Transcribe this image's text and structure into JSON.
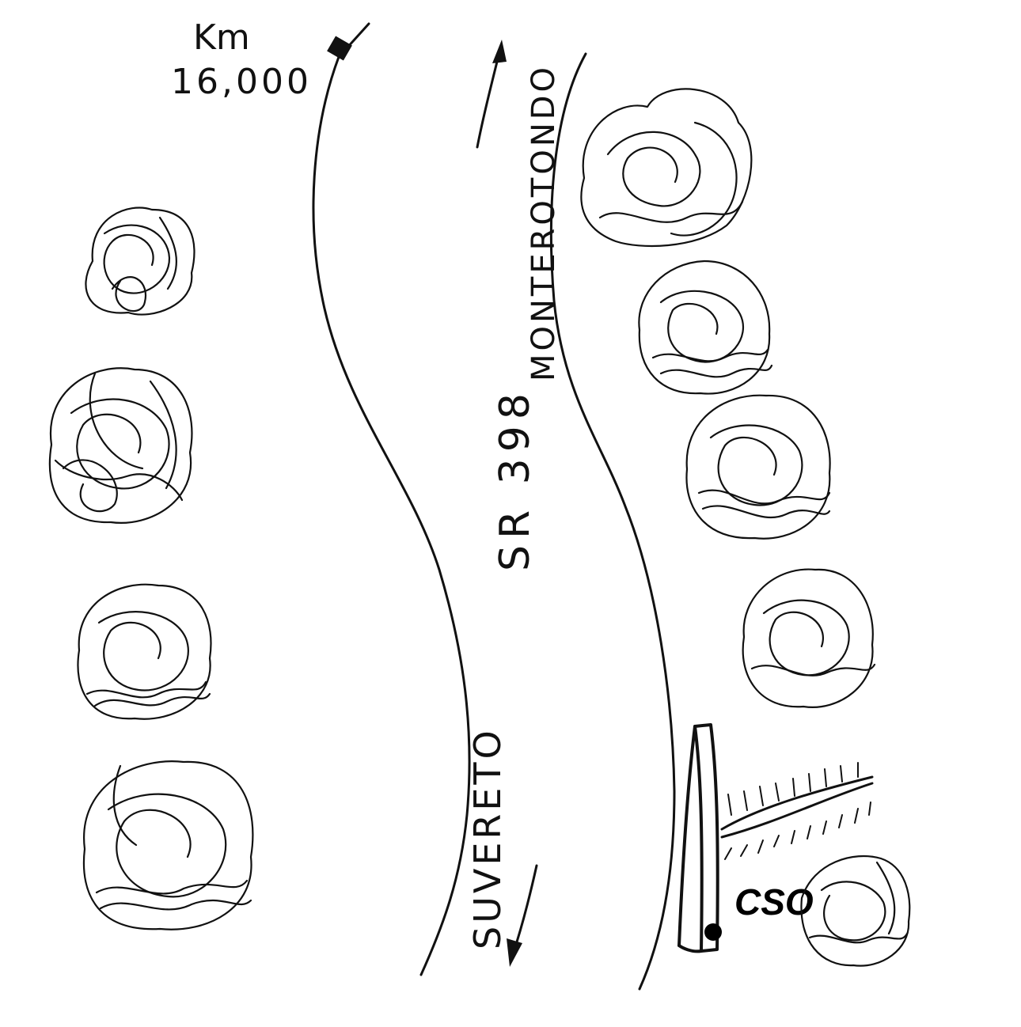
{
  "road": {
    "code": "SR 398",
    "direction_north": "MONTEROTONDO",
    "direction_south": "SUVERETO"
  },
  "kilometer_marker": {
    "unit": "Km",
    "value": "16,000"
  },
  "point": {
    "label": "CSO"
  },
  "colors": {
    "ink": "#111111",
    "paper": "#ffffff"
  },
  "symbols": {
    "trees": "tree-icon",
    "guardrail": "guardrail-icon",
    "slope": "embankment-icon",
    "marker": "km-marker-icon",
    "point": "point-marker-icon"
  }
}
